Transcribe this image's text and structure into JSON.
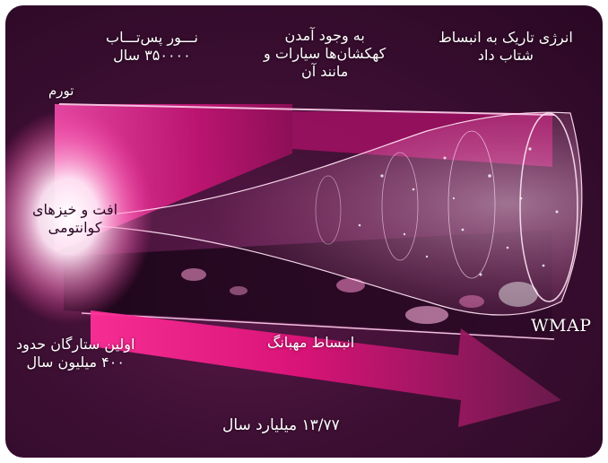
{
  "colors": {
    "background": "#3d0f33",
    "accent": "#e0137a",
    "glow": "#ffffff"
  },
  "labels": {
    "inflation": "تورم",
    "afterglow_line1": "نـــور  پس‌تـــاب",
    "afterglow_line2": "۳۵۰۰۰۰ سال",
    "galaxies_line1": "به وجود آمدن",
    "galaxies_line2": "کهکشان‌ها سیارات و",
    "galaxies_line3": "مانند آن",
    "dark_energy_line1": "انرژی تاریک به انبساط",
    "dark_energy_line2": "شتاب داد",
    "quantum_line1": "افت و خیزهای",
    "quantum_line2": "کوانتومی",
    "wmap": "WMAP",
    "first_stars_line1": "اولین ستارگان حدود",
    "first_stars_line2": "۴۰۰ میلیون سال",
    "expansion": "انبساط مهبانگ",
    "age": "۱۳/۷۷ میلیارد سال"
  }
}
